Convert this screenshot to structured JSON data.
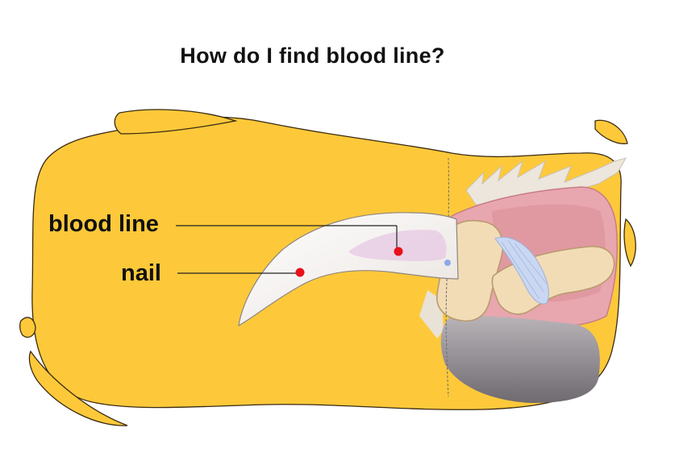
{
  "title": "How do I find blood line?",
  "labels": {
    "blood_line": "blood line",
    "nail": "nail"
  },
  "colors": {
    "background_blob": "#FDC93A",
    "blob_outline": "#3A2A12",
    "nail": "#F6F2EF",
    "blood_line": "#E9D0E6",
    "marker": "#E8101A",
    "bone": "#F2DCB6",
    "flesh": "#E8A6AE",
    "ligament": "#C9D7F2",
    "pad": "#8E8A90"
  },
  "icons": {
    "claw_anatomy": "cat-claw-anatomy-illustration"
  }
}
